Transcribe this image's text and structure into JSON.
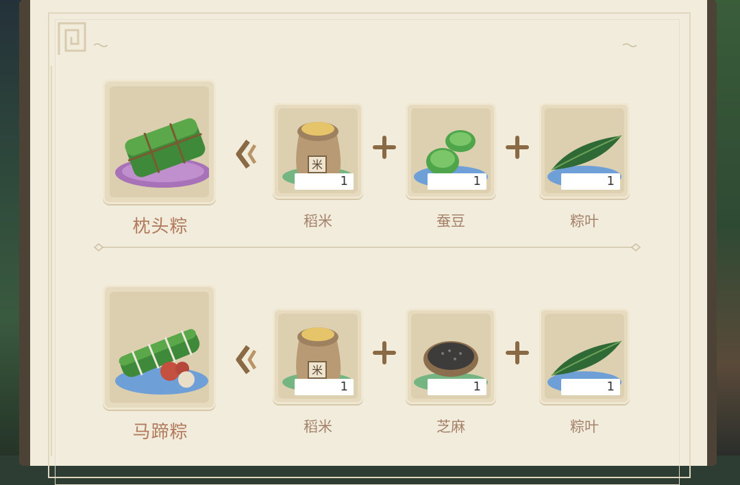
{
  "recipes": [
    {
      "result": {
        "name": "枕头粽",
        "icon": "pillow-zongzi-icon"
      },
      "ingredients": [
        {
          "name": "稻米",
          "count": "1",
          "icon": "rice-sack-icon"
        },
        {
          "name": "蚕豆",
          "count": "1",
          "icon": "broad-bean-icon"
        },
        {
          "name": "粽叶",
          "count": "1",
          "icon": "zongzi-leaf-icon"
        }
      ]
    },
    {
      "result": {
        "name": "马蹄粽",
        "icon": "horseshoe-zongzi-icon"
      },
      "ingredients": [
        {
          "name": "稻米",
          "count": "1",
          "icon": "rice-sack-icon"
        },
        {
          "name": "芝麻",
          "count": "1",
          "icon": "sesame-bowl-icon"
        },
        {
          "name": "粽叶",
          "count": "1",
          "icon": "zongzi-leaf-icon"
        }
      ]
    }
  ],
  "colors": {
    "panel": "#f2ecdc",
    "card": "#e6dbbf",
    "result_text": "#b27b5e",
    "ingredient_text": "#a4826b",
    "accent_brown": "#8a6a44"
  },
  "symbols": {
    "arrow": "arrow-left-icon",
    "plus": "plus-icon"
  }
}
